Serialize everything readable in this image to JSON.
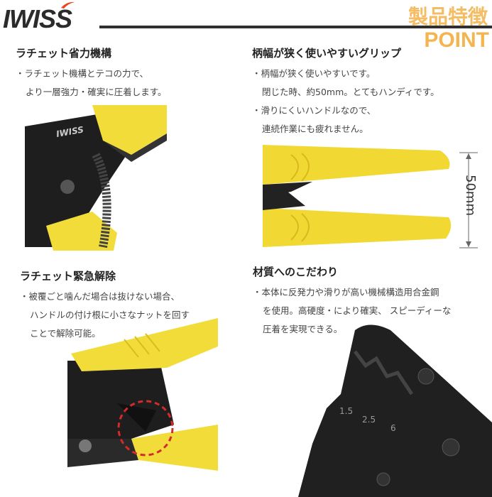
{
  "header": {
    "logo": "IWISS",
    "title": "製品特徴",
    "subtitle": "POINT",
    "accent_color": "#f4b550"
  },
  "features": [
    {
      "heading": "ラチェット省力機構",
      "lines": [
        "・ラチェット機構とテコの力で、",
        "より一層強力・確実に圧着します。"
      ]
    },
    {
      "heading": "柄幅が狭く使いやすいグリップ",
      "lines": [
        "・柄幅が狭く使いやすいです。",
        "閉じた時、約50mm。とてもハンディです。",
        "・滑りにくいハンドルなので、",
        "連続作業にも疲れません。"
      ],
      "dimension_label": "50mm"
    },
    {
      "heading": "ラチェット緊急解除",
      "lines": [
        "・被覆ごと噛んだ場合は抜けない場合、",
        "ハンドルの付け根に小さなナットを回す",
        "ことで解除可能。"
      ]
    },
    {
      "heading": "材質へのこだわり",
      "lines": [
        "・本体に反発力や滑りが高い機械構造用合金鋼",
        "を使用。高硬度・により確実、 スピーディーな",
        "圧着を実現できる。"
      ],
      "die_sizes": [
        "1.5",
        "2.5",
        "6"
      ]
    }
  ]
}
